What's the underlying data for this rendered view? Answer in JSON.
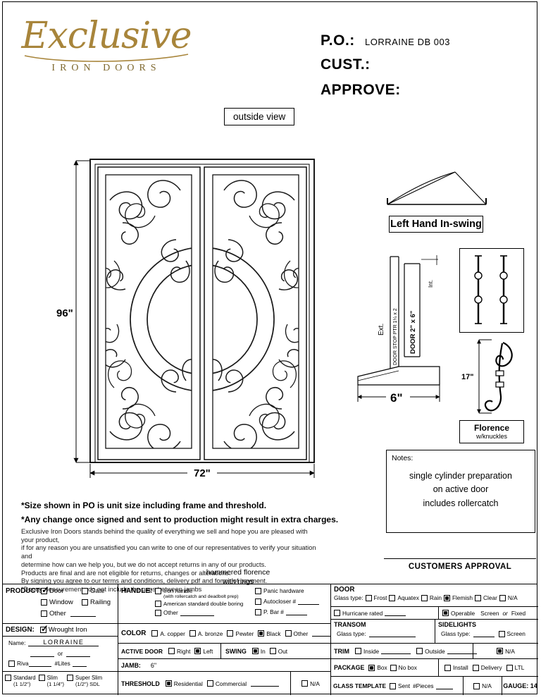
{
  "page": {
    "logo": {
      "script": "Exclusive",
      "subtitle": "IRON DOORS"
    },
    "header": {
      "po_label": "P.O.:",
      "po_value": "LORRAINE DB 003",
      "cust_label": "CUST.:",
      "approve_label": "APPROVE:"
    }
  },
  "drawing": {
    "view_label": "outside view",
    "height_dim": "96\"",
    "width_dim": "72\""
  },
  "details": {
    "swing_caption": "Left Hand In-swing",
    "section": {
      "ext": "Ext.",
      "int": "Int.",
      "door_stop": "DOOR STOP PTR 1¼ x 2",
      "door": "DOOR 2\" x 6\"",
      "width_dim": "6\""
    },
    "handle": {
      "height_dim": "17\"",
      "name": "Florence",
      "sub": "w/knuckles"
    }
  },
  "notes": {
    "label": "Notes:",
    "text": "single  cylinder preparation\non active door\nincludes rollercatch"
  },
  "footer": {
    "bold1": "*Size shown in PO is unit size including frame and threshold.",
    "bold2": "*Any change once signed and sent to production might result in extra charges.",
    "fine_print": "Exclusive Iron Doors stands behind the quality of everything we sell and hope you are pleased with your product,\nif for any reason you are unsatisfied you can write to one of our representatives to verify your situation and\ndetermine how can we help you, but we do not accept returns in any of our products.\nProducts are final and are not eligible for returns, changes or alterations.\nBy signing you agree to our terms and conditions, delivery pdf and forms of payment.\n*Doors measurements do not include the gaps between jambs",
    "approval": "CUSTOMERS APPROVAL",
    "annotation": "hammered florence\nwith rings"
  },
  "form": {
    "product": {
      "label": "PRODUCT:",
      "door": {
        "label": "Door",
        "checked": true
      },
      "gate": {
        "label": "Gate",
        "checked": false
      },
      "window": {
        "label": "Window",
        "checked": false
      },
      "railing": {
        "label": "Railing",
        "checked": false
      },
      "other": {
        "label": "Other",
        "checked": false
      }
    },
    "handle": {
      "label": "HANDLE:",
      "iron": {
        "label": "Iron handle",
        "note": "(with rollercatch and deadbolt prep)",
        "checked": false
      },
      "american": {
        "label": "American standard double boring",
        "checked": false
      },
      "other": {
        "label": "Other",
        "checked": false
      },
      "panic": {
        "label": "Panic hardware",
        "checked": false
      },
      "autocloser": {
        "label": "Autocloser #",
        "checked": false
      },
      "pbar": {
        "label": "P. Bar #",
        "checked": false
      }
    },
    "design": {
      "label": "DESIGN:",
      "wrought": {
        "label": "Wrought Iron",
        "checked": true
      },
      "name_label": "Name:",
      "name_value": "LORRAINE",
      "or_label": "or",
      "riva": {
        "label": "Riva",
        "checked": false
      },
      "lites_label": "#Lites"
    },
    "color": {
      "label": "COLOR",
      "copper": {
        "label": "A. copper",
        "checked": false
      },
      "bronze": {
        "label": "A. bronze",
        "checked": false
      },
      "pewter": {
        "label": "Pewter",
        "checked": false
      },
      "black": {
        "label": "Black",
        "checked": true
      },
      "other": {
        "label": "Other",
        "checked": false
      }
    },
    "active_door": {
      "label": "ACTIVE DOOR",
      "right": {
        "label": "Right",
        "checked": false
      },
      "left": {
        "label": "Left",
        "checked": true
      }
    },
    "swing": {
      "label": "SWING",
      "in": {
        "label": "In",
        "checked": true
      },
      "out": {
        "label": "Out",
        "checked": false
      }
    },
    "jamb": {
      "label": "JAMB:",
      "value": "6\""
    },
    "sdl": {
      "standard": {
        "label": "Standard",
        "size": "(1 1/2\")",
        "checked": false
      },
      "slim": {
        "label": "Slim",
        "size": "(1 1/4\")",
        "checked": false
      },
      "super_slim": {
        "label": "Super Slim",
        "size": "(1/2\") SDL",
        "checked": false
      }
    },
    "threshold": {
      "label": "THRESHOLD",
      "residential": {
        "label": "Residential",
        "checked": true
      },
      "commercial": {
        "label": "Commercial",
        "checked": false
      },
      "na": {
        "label": "N/A",
        "checked": false
      }
    },
    "door_section": {
      "label": "DOOR",
      "glass_label": "Glass type:",
      "frost": {
        "label": "Frost",
        "checked": false
      },
      "aquatex": {
        "label": "Aquatex",
        "checked": false
      },
      "rain": {
        "label": "Rain",
        "checked": false
      },
      "flemish": {
        "label": "Flemish",
        "checked": true
      },
      "clear": {
        "label": "Clear",
        "checked": false
      },
      "na": {
        "label": "N/A",
        "checked": false
      },
      "hurricane": {
        "label": "Hurricane rated",
        "checked": false
      },
      "operable": {
        "label": "Operable",
        "checked": true
      },
      "screen_text": "Screen",
      "or_text": "or",
      "fixed_text": "Fixed"
    },
    "transom": {
      "label": "TRANSOM",
      "glass_label": "Glass type:"
    },
    "sidelights": {
      "label": "SIDELIGHTS",
      "glass_label": "Glass type:",
      "screen": {
        "label": "Screen",
        "checked": false
      }
    },
    "trim": {
      "label": "TRIM",
      "inside": {
        "label": "Inside",
        "checked": false
      },
      "outside": {
        "label": "Outside",
        "checked": false
      },
      "na": {
        "label": "N/A",
        "checked": true
      }
    },
    "package": {
      "label": "PACKAGE",
      "box": {
        "label": "Box",
        "checked": true
      },
      "nobox": {
        "label": "No box",
        "checked": false
      },
      "install": {
        "label": "Install",
        "checked": false
      },
      "delivery": {
        "label": "Delivery",
        "checked": false
      },
      "ltl": {
        "label": "LTL",
        "checked": false
      }
    },
    "glass_template": {
      "label": "GLASS TEMPLATE",
      "sent": {
        "label": "Sent",
        "checked": false
      },
      "pieces_label": "#Pieces",
      "na": {
        "label": "N/A",
        "checked": false
      },
      "gauge": "GAUGE: 14"
    }
  }
}
